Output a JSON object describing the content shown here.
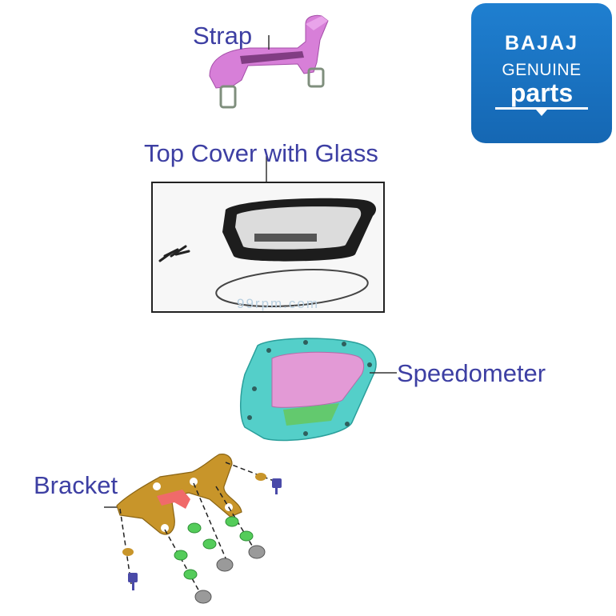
{
  "labels": {
    "strap": "Strap",
    "top_cover": "Top Cover with Glass",
    "speedometer": "Speedometer",
    "bracket": "Bracket"
  },
  "logo": {
    "brand": "BAJAJ",
    "line1": "GENUINE",
    "line2": "parts",
    "color": "#1a72c2"
  },
  "watermark": "99rpm.com",
  "colors": {
    "label_text": "#3d3fa3",
    "strap": "#d77fd8",
    "speedometer_body": "#54cfc9",
    "speedometer_screen": "#e39ad6",
    "speedometer_lcd": "#63c96e",
    "bracket": "#c8952a",
    "bracket_part_red": "#f06a6a",
    "washer_green": "#54cc5a",
    "bolt_blue": "#4a4aa8"
  }
}
